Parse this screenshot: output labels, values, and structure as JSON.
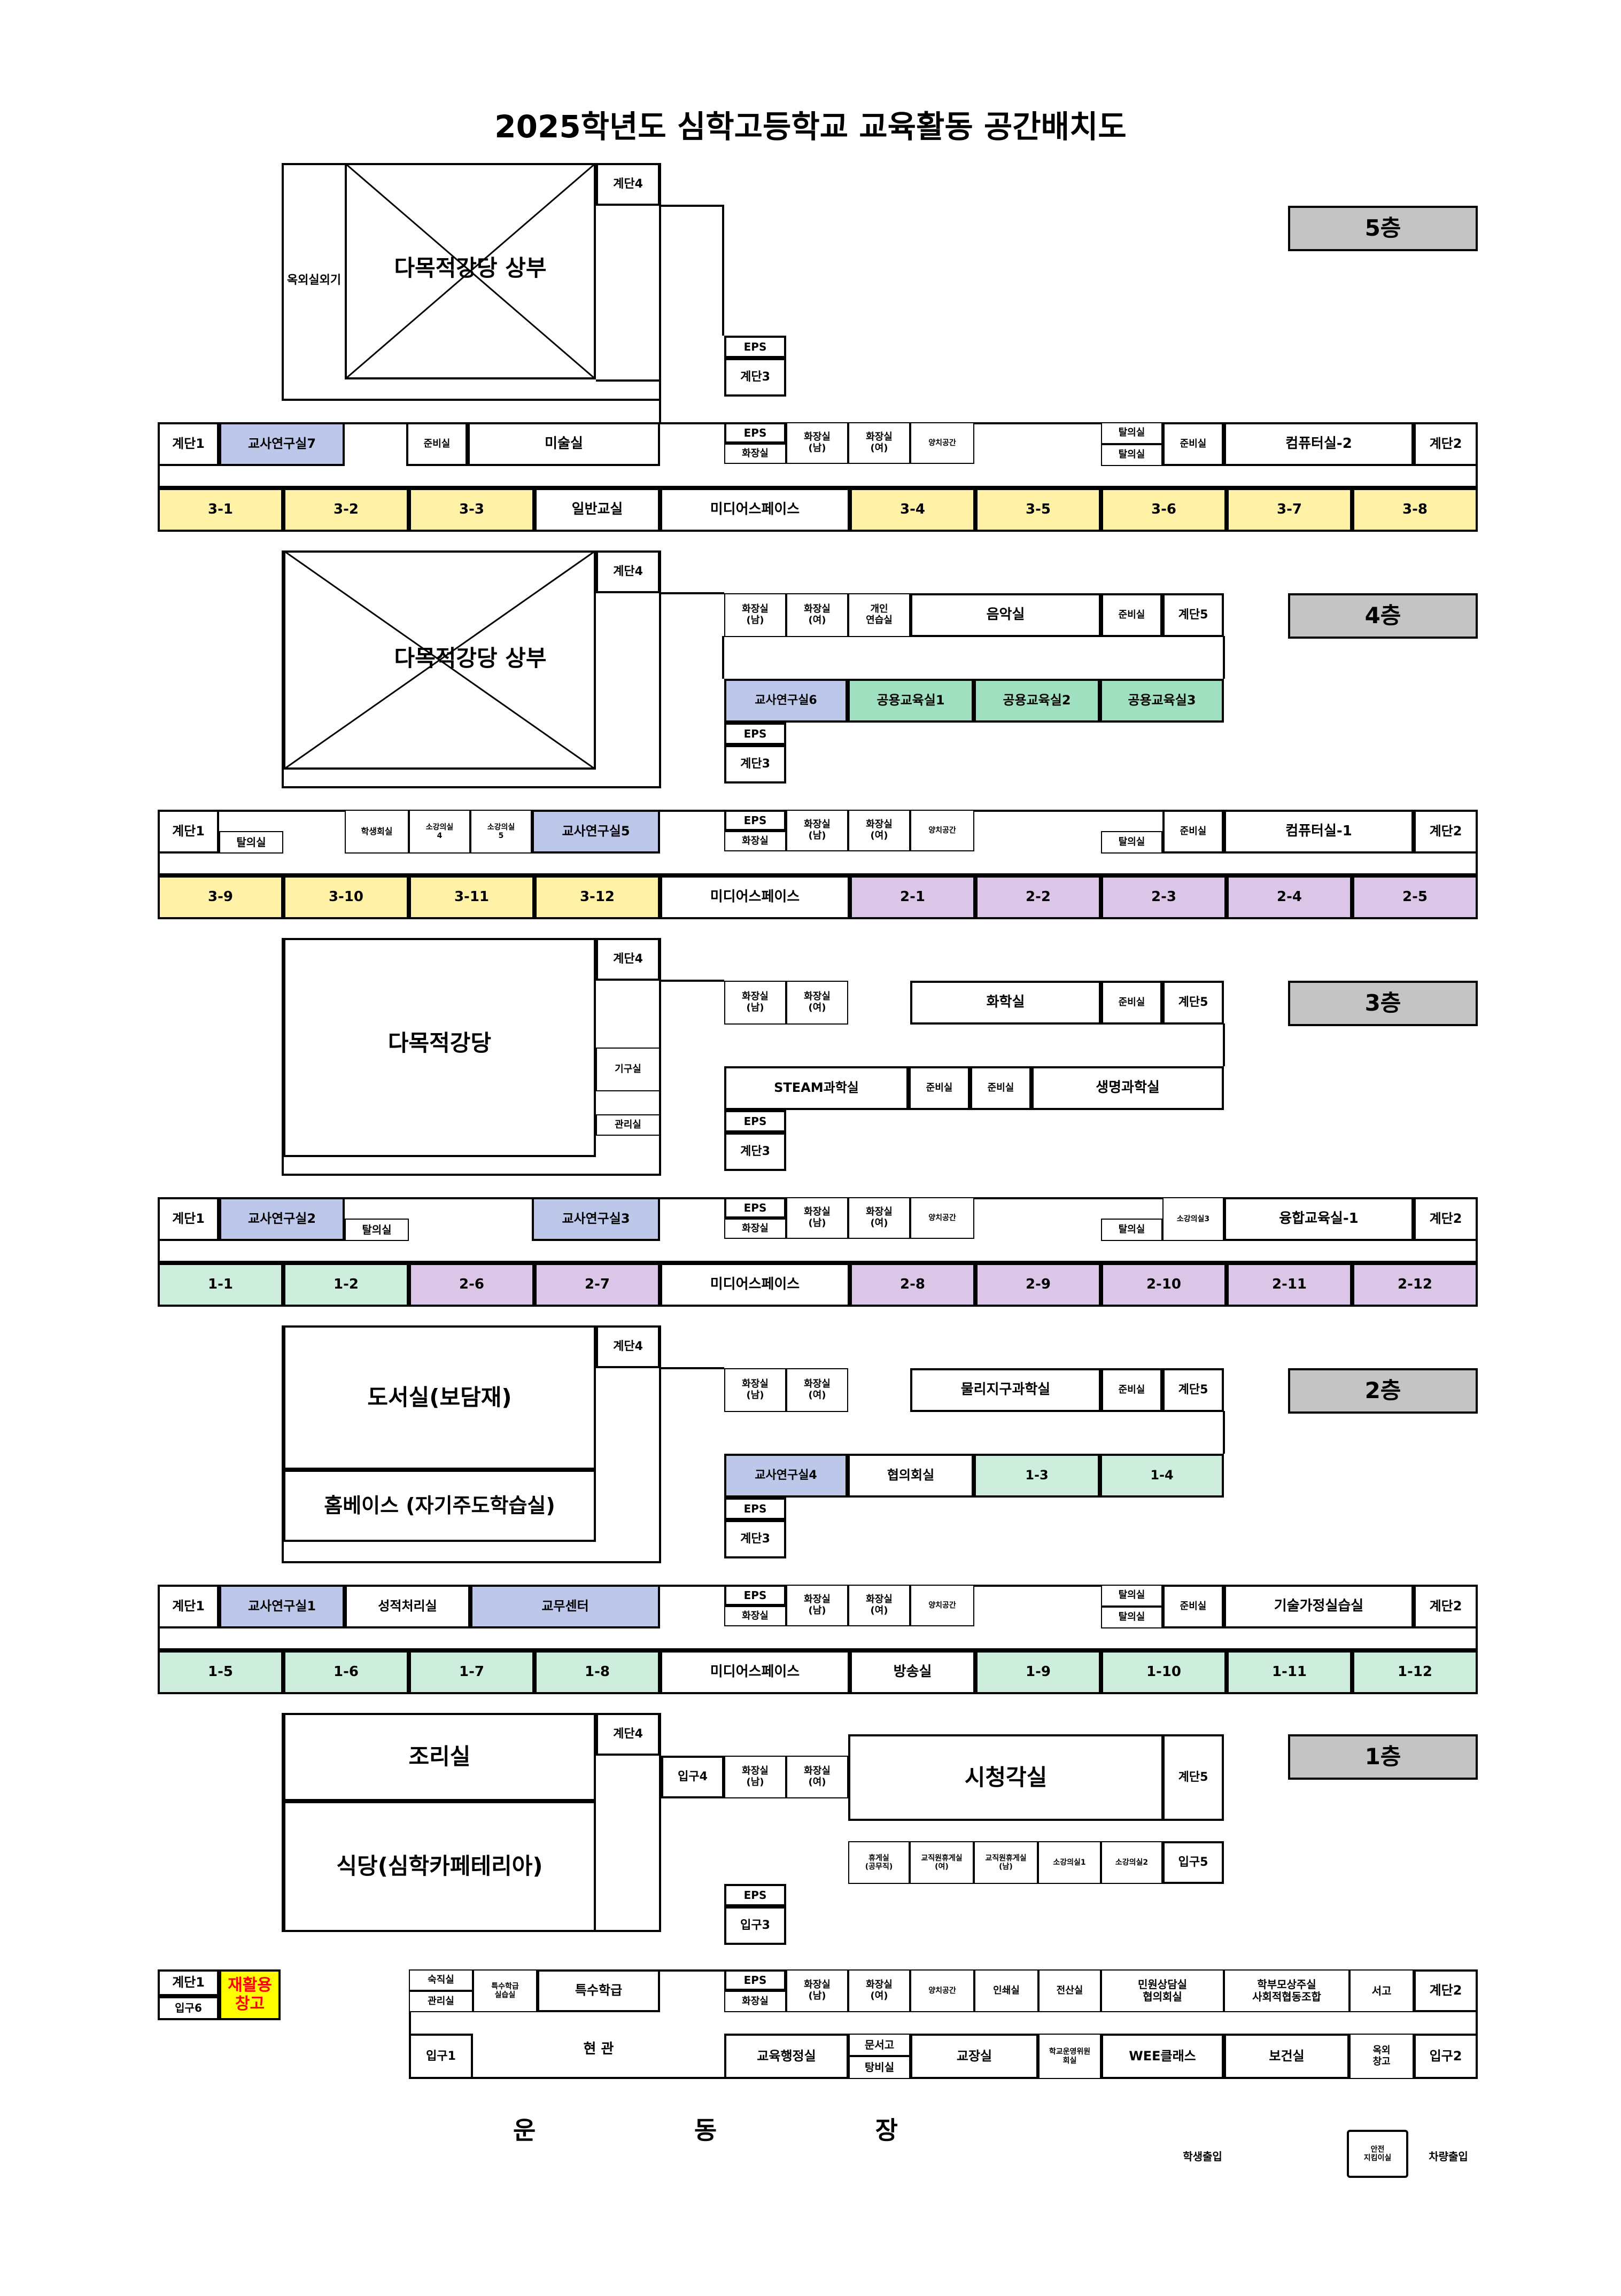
{
  "title": "2025학년도 심학고등학교 교육활동 공간배치도",
  "floor5": {
    "badge": "5층",
    "stair4": "계단4",
    "outdoor": "옥외실외기",
    "hall": "다목적강당 상부",
    "eps_top": "EPS",
    "stair3": "계단3",
    "stair1": "계단1",
    "lab7": "교사연구실7",
    "prep1": "준비실",
    "art": "미술실",
    "eps": "EPS",
    "restroom": "화장실",
    "toilet_m": "화장실\n(남)",
    "toilet_f": "화장실\n(여)",
    "space": "양치공간",
    "change1": "탈의실",
    "change2": "탈의실",
    "prep2": "준비실",
    "computer": "컴퓨터실-2",
    "stair2": "계단2",
    "rooms": [
      "3-1",
      "3-2",
      "3-3",
      "일반교실",
      "미디어스페이스",
      "3-4",
      "3-5",
      "3-6",
      "3-7",
      "3-8"
    ]
  },
  "floor4": {
    "badge": "4층",
    "stair4": "계단4",
    "hall": "다목적강당 상부",
    "toilet_m": "화장실\n(남)",
    "toilet_f": "화장실\n(여)",
    "practice": "개인\n연습실",
    "music": "음악실",
    "prep_music": "준비실",
    "stair5": "계단5",
    "lab6": "교사연구실6",
    "shared1": "공용교육실1",
    "shared2": "공용교육실2",
    "shared3": "공용교육실3",
    "eps_top": "EPS",
    "stair3": "계단3",
    "stair1": "계단1",
    "change": "탈의실",
    "council": "학생회실",
    "small4": "소강의실\n4",
    "small5": "소강의실\n5",
    "lab5": "교사연구실5",
    "eps": "EPS",
    "restroom": "화장실",
    "toilet_m2": "화장실\n(남)",
    "toilet_f2": "화장실\n(여)",
    "space": "양치공간",
    "change2": "탈의실",
    "prep2": "준비실",
    "computer": "컴퓨터실-1",
    "stair2": "계단2",
    "rooms": [
      "3-9",
      "3-10",
      "3-11",
      "3-12",
      "미디어스페이스",
      "2-1",
      "2-2",
      "2-3",
      "2-4",
      "2-5"
    ]
  },
  "floor3": {
    "badge": "3층",
    "stair4": "계단4",
    "hall": "다목적강당",
    "equip": "기구실",
    "manage": "관리실",
    "toilet_m": "화장실\n(남)",
    "toilet_f": "화장실\n(여)",
    "chem": "화학실",
    "prep_chem": "준비실",
    "stair5": "계단5",
    "steam": "STEAM과학실",
    "prep_a": "준비실",
    "prep_b": "준비실",
    "bio": "생명과학실",
    "eps_top": "EPS",
    "stair3": "계단3",
    "stair1": "계단1",
    "lab2": "교사연구실2",
    "change": "탈의실",
    "lab3": "교사연구실3",
    "eps": "EPS",
    "restroom": "화장실",
    "toilet_m2": "화장실\n(남)",
    "toilet_f2": "화장실\n(여)",
    "space": "양치공간",
    "change2": "탈의실",
    "small3": "소강의실3",
    "convergence": "융합교육실-1",
    "stair2": "계단2",
    "rooms": [
      "1-1",
      "1-2",
      "2-6",
      "2-7",
      "미디어스페이스",
      "2-8",
      "2-9",
      "2-10",
      "2-11",
      "2-12"
    ]
  },
  "floor2": {
    "badge": "2층",
    "stair4": "계단4",
    "library": "도서실(보담재)",
    "homebase": "홈베이스 (자기주도학습실)",
    "toilet_m": "화장실\n(남)",
    "toilet_f": "화장실\n(여)",
    "earth": "물리지구과학실",
    "prep_earth": "준비실",
    "stair5": "계단5",
    "lab4": "교사연구실4",
    "meeting": "협의회실",
    "r13": "1-3",
    "r14": "1-4",
    "eps_top": "EPS",
    "stair3": "계단3",
    "stair1": "계단1",
    "lab1": "교사연구실1",
    "grades": "성적처리실",
    "affairs": "교무센터",
    "eps": "EPS",
    "restroom": "화장실",
    "toilet_m2": "화장실\n(남)",
    "toilet_f2": "화장실\n(여)",
    "space": "양치공간",
    "change1": "탈의실",
    "change2": "탈의실",
    "prep2": "준비실",
    "tech": "기술가정실습실",
    "stair2": "계단2",
    "rooms": [
      "1-5",
      "1-6",
      "1-7",
      "1-8",
      "미디어스페이스",
      "방송실",
      "1-9",
      "1-10",
      "1-11",
      "1-12"
    ]
  },
  "floor1": {
    "badge": "1층",
    "stair4": "계단4",
    "kitchen": "조리실",
    "cafeteria": "식당(심학카페테리아)",
    "entrance4": "입구4",
    "toilet_m": "화장실\n(남)",
    "toilet_f": "화장실\n(여)",
    "av": "시청각실",
    "stair5": "계단5",
    "rest": "휴게실\n(공무직)",
    "staff_f": "교직원휴게실\n(여)",
    "staff_m": "교직원휴게실\n(남)",
    "small1": "소강의실1",
    "small2": "소강의실2",
    "entrance5": "입구5",
    "eps_top": "EPS",
    "entrance3": "입구3",
    "stair1": "계단1",
    "recycle": "재활용\n창고",
    "entrance6": "입구6",
    "night": "숙직실",
    "manage": "관리실",
    "special_lab": "특수학급\n실습실",
    "special": "특수학급",
    "eps": "EPS",
    "restroom": "화장실",
    "toilet_m2": "화장실\n(남)",
    "toilet_f2": "화장실\n(여)",
    "space": "양치공간",
    "print": "인쇄실",
    "server": "전산실",
    "counsel": "민원상담실\n협의회실",
    "parents": "학부모상주실\n사회적협동조합",
    "books": "서고",
    "stair2": "계단2",
    "entrance1": "입구1",
    "lobby": "현 관",
    "admin": "교육행정실",
    "archive": "문서고",
    "fitting": "탕비실",
    "principal": "교장실",
    "committee": "학교운영위원\n회실",
    "wee": "WEE클래스",
    "health": "보건실",
    "outdoor_store": "옥외\n창고",
    "entrance2": "입구2"
  },
  "ground": {
    "playground": [
      "운",
      "동",
      "장"
    ],
    "student_entry": "학생출입",
    "safe_zone": "안전\n지킴이실",
    "car_entry": "차량출입"
  }
}
